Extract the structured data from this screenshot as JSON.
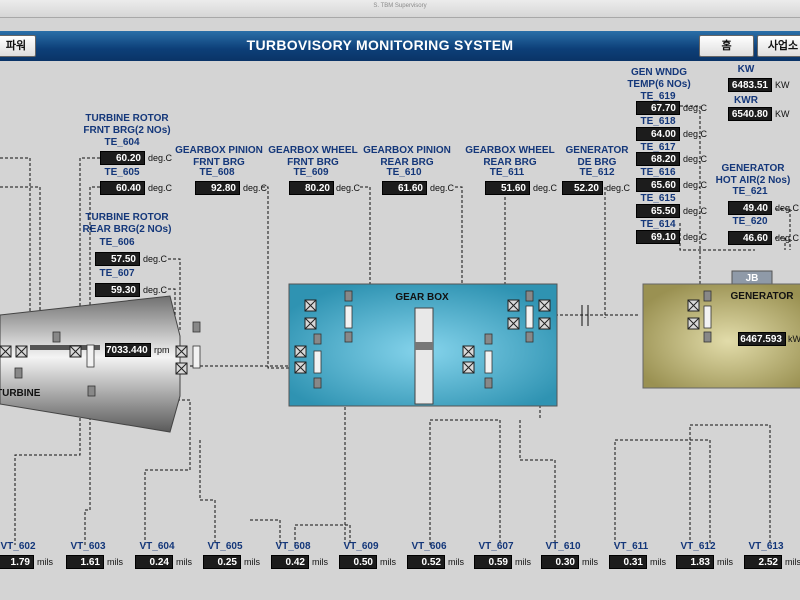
{
  "window": {
    "title": "S. TBM Supervisory"
  },
  "header": {
    "title": "TURBOVISORY MONITORING SYSTEM",
    "power_btn": "파워",
    "home_btn": "홈",
    "plant_btn": "사업소"
  },
  "turbine": {
    "label": "TURBINE",
    "speed": "7033.440",
    "speed_unit": "rpm"
  },
  "gearbox": {
    "label": "GEAR BOX"
  },
  "generator": {
    "label": "GENERATOR",
    "power": "6467.593",
    "power_unit": "kW",
    "jb_label": "JB"
  },
  "units": {
    "temp": "deg.C",
    "vib": "mils",
    "kw": "KW",
    "kwr": "KW"
  },
  "groups": {
    "turbine_frnt": "TURBINE ROTOR\nFRNT BRG(2 NOs)",
    "turbine_rear": "TURBINE ROTOR\nREAR BRG(2 NOs)",
    "gbp_frnt": "GEARBOX PINION\nFRNT BRG",
    "gbw_frnt": "GEARBOX WHEEL\nFRNT BRG",
    "gbp_rear": "GEARBOX PINION\nREAR BRG",
    "gbw_rear": "GEARBOX WHEEL\nREAR BRG",
    "gen_de": "GENERATOR\nDE BRG",
    "gen_wndg": "GEN WNDG\nTEMP(6 NOs)",
    "gen_hot": "GENERATOR\nHOT AIR(2 Nos)"
  },
  "temps": {
    "te604": {
      "tag": "TE_604",
      "value": "60.20"
    },
    "te605": {
      "tag": "TE_605",
      "value": "60.40"
    },
    "te606": {
      "tag": "TE_606",
      "value": "57.50"
    },
    "te607": {
      "tag": "TE_607",
      "value": "59.30"
    },
    "te608": {
      "tag": "TE_608",
      "value": "92.80"
    },
    "te609": {
      "tag": "TE_609",
      "value": "80.20"
    },
    "te610": {
      "tag": "TE_610",
      "value": "61.60"
    },
    "te611": {
      "tag": "TE_611",
      "value": "51.60"
    },
    "te612": {
      "tag": "TE_612",
      "value": "52.20"
    },
    "te619": {
      "tag": "TE_619",
      "value": "67.70"
    },
    "te618": {
      "tag": "TE_618",
      "value": "64.00"
    },
    "te617": {
      "tag": "TE_617",
      "value": "68.20"
    },
    "te616": {
      "tag": "TE_616",
      "value": "65.60"
    },
    "te615": {
      "tag": "TE_615",
      "value": "65.50"
    },
    "te614": {
      "tag": "TE_614",
      "value": "69.10"
    },
    "te621": {
      "tag": "TE_621",
      "value": "49.40"
    },
    "te620": {
      "tag": "TE_620",
      "value": "46.60"
    }
  },
  "power": {
    "kw_label": "KW",
    "kw": "6483.51",
    "kwr_label": "KWR",
    "kwr": "6540.80"
  },
  "vibs": [
    {
      "tag": "VT_602",
      "value": "1.79"
    },
    {
      "tag": "VT_603",
      "value": "1.61"
    },
    {
      "tag": "VT_604",
      "value": "0.24"
    },
    {
      "tag": "VT_605",
      "value": "0.25"
    },
    {
      "tag": "VT_608",
      "value": "0.42"
    },
    {
      "tag": "VT_609",
      "value": "0.50"
    },
    {
      "tag": "VT_606",
      "value": "0.52"
    },
    {
      "tag": "VT_607",
      "value": "0.59"
    },
    {
      "tag": "VT_610",
      "value": "0.30"
    },
    {
      "tag": "VT_611",
      "value": "0.31"
    },
    {
      "tag": "VT_612",
      "value": "1.83"
    },
    {
      "tag": "VT_613",
      "value": "2.52"
    }
  ]
}
